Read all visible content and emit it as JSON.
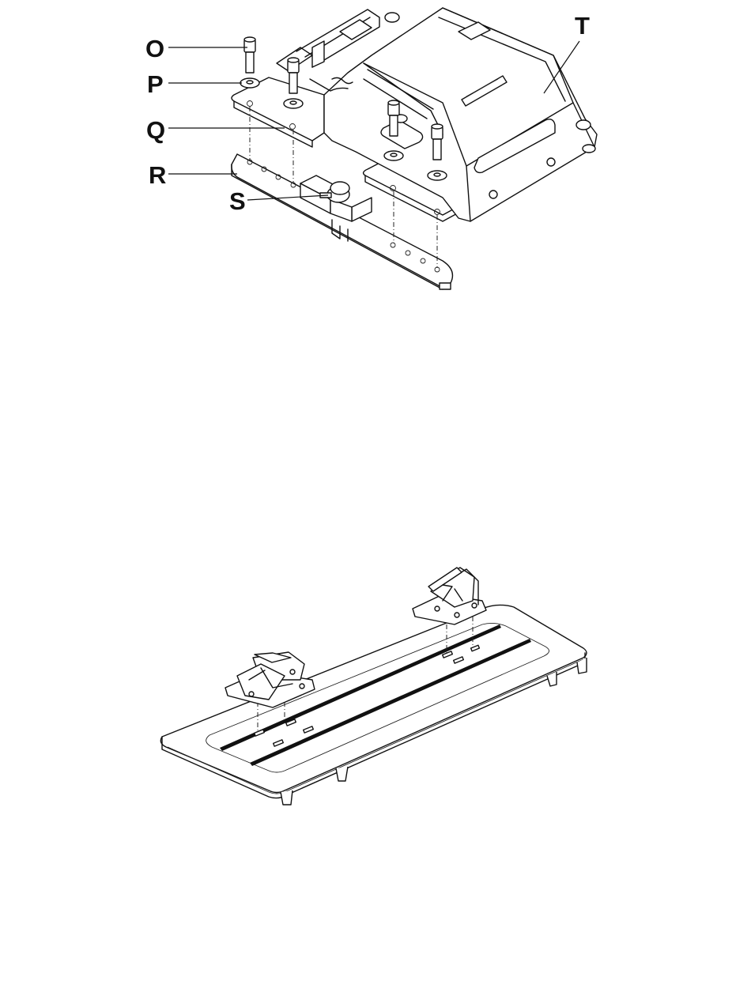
{
  "figure_top": {
    "callouts": [
      {
        "id": "O",
        "label": "O"
      },
      {
        "id": "P",
        "label": "P"
      },
      {
        "id": "Q",
        "label": "Q"
      },
      {
        "id": "R",
        "label": "R"
      },
      {
        "id": "S",
        "label": "S"
      },
      {
        "id": "T",
        "label": "T"
      }
    ]
  },
  "figure_bottom": {
    "callouts": []
  },
  "colors": {
    "line": "#111111",
    "background": "#ffffff",
    "shade": "#d9d9d9"
  }
}
